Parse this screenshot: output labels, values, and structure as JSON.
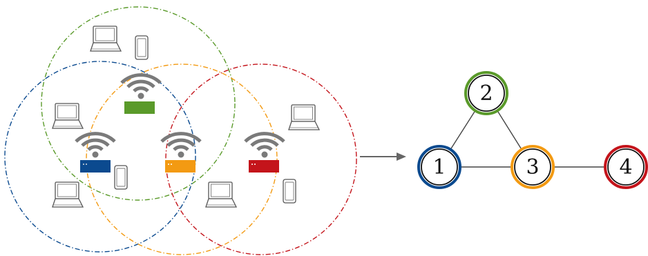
{
  "colors": {
    "blue": "#0b4a8f",
    "green": "#5a9a2a",
    "orange": "#f39a12",
    "red": "#c4141b",
    "device_stroke": "#555555",
    "wifi_gray": "#7a7a7a"
  },
  "access_points": [
    {
      "id": "ap-blue",
      "color": "blue"
    },
    {
      "id": "ap-green",
      "color": "green"
    },
    {
      "id": "ap-orange",
      "color": "orange"
    },
    {
      "id": "ap-red",
      "color": "red"
    }
  ],
  "graph": {
    "nodes": [
      {
        "id": "node-1",
        "label": "1",
        "color": "blue"
      },
      {
        "id": "node-2",
        "label": "2",
        "color": "green"
      },
      {
        "id": "node-3",
        "label": "3",
        "color": "orange"
      },
      {
        "id": "node-4",
        "label": "4",
        "color": "red"
      }
    ],
    "edges": [
      {
        "from": "1",
        "to": "2"
      },
      {
        "from": "2",
        "to": "3"
      },
      {
        "from": "1",
        "to": "3"
      },
      {
        "from": "3",
        "to": "4"
      }
    ]
  }
}
